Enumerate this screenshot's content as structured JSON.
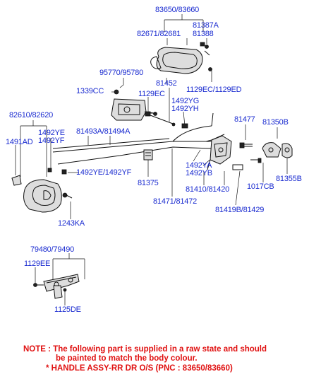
{
  "labels": {
    "l_83650": "83650/83660",
    "l_81387a": "81387A",
    "l_81388": "81388",
    "l_82671": "82671/82681",
    "l_1129ec_ed": "1129EC/1129ED",
    "l_95770": "95770/95780",
    "l_1339cc": "1339CC",
    "l_1129ec": "1129EC",
    "l_81452": "81452",
    "l_1492yg": "1492YG",
    "l_1492yh": "1492YH",
    "l_82610": "82610/82620",
    "l_1492ye": "1492YE",
    "l_1492yf": "1492YF",
    "l_81493a": "81493A/81494A",
    "l_81477": "81477",
    "l_81350b": "81350B",
    "l_1491ad": "1491AD",
    "l_1492ya": "1492YA",
    "l_1492yb": "1492YB",
    "l_1017cb": "1017CB",
    "l_81355b": "81355B",
    "l_1492ye_yf": "1492YE/1492YF",
    "l_81375": "81375",
    "l_81410": "81410/81420",
    "l_81471": "81471/81472",
    "l_81419b": "81419B/81429",
    "l_1243ka": "1243KA",
    "l_79480": "79480/79490",
    "l_1129ee": "1129EE",
    "l_1125de": "1125DE"
  },
  "note": {
    "line1": "NOTE : The following part is supplied in a raw state and should",
    "line2": "be painted to match the body colour.",
    "line3": "* HANDLE ASSY-RR DR O/S (PNC : 83650/83660)"
  }
}
